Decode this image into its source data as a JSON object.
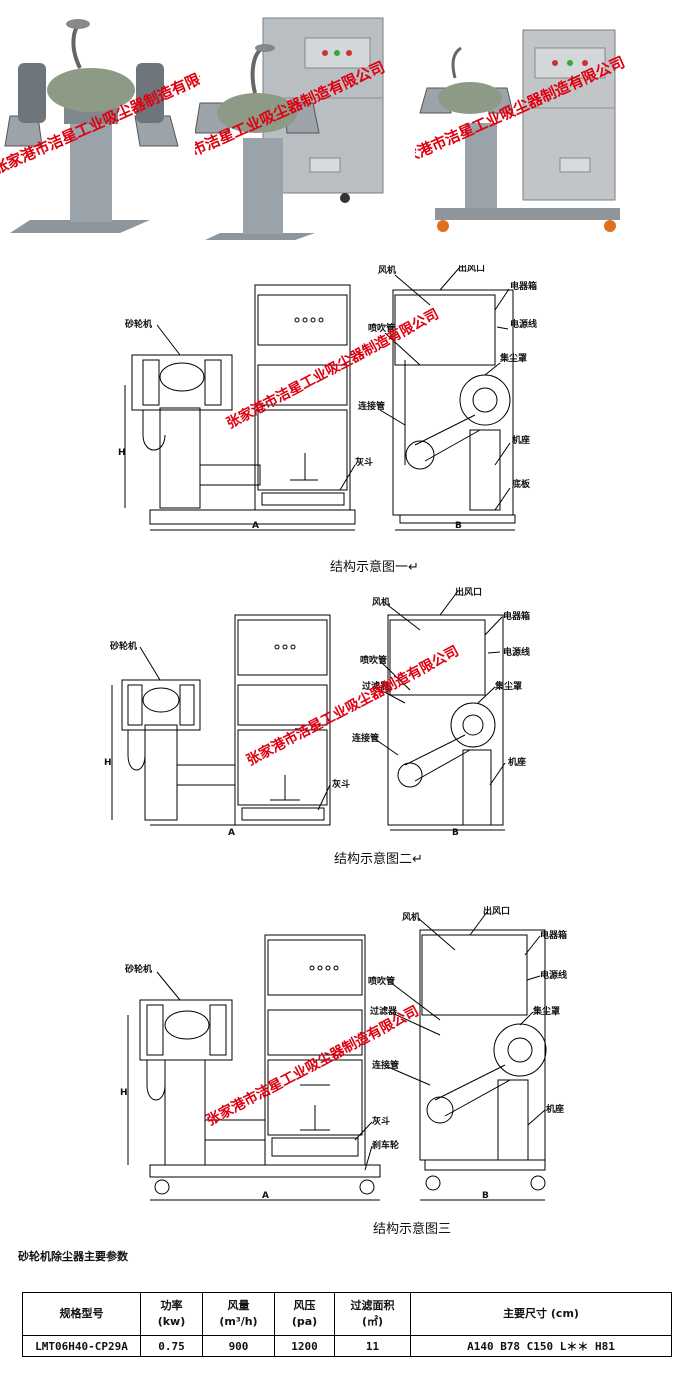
{
  "watermark": "张家港市洁星工业吸尘器制造有限公司",
  "photos": [
    {
      "name": "bench-grinder-photo"
    },
    {
      "name": "grinder-with-dust-collector-photo"
    },
    {
      "name": "mobile-grinder-dust-collector-photo"
    }
  ],
  "diagram1": {
    "labels": {
      "grinder": "砂轮机",
      "fan": "风机",
      "outlet": "出风口",
      "electric_box": "电器箱",
      "power_cord": "电源线",
      "blow_pipe": "喷吹管",
      "hood": "集尘罩",
      "connect_pipe": "连接管",
      "base": "机座",
      "bottom_plate": "底板",
      "ash_hopper": "灰斗",
      "dim_a": "A",
      "dim_b": "B",
      "dim_h": "H"
    },
    "caption": "结构示意图一↵"
  },
  "diagram2": {
    "labels": {
      "grinder": "砂轮机",
      "fan": "风机",
      "outlet": "出风口",
      "electric_box": "电器箱",
      "power_cord": "电源线",
      "blow_pipe": "喷吹管",
      "filter": "过滤器",
      "hood": "集尘罩",
      "connect_pipe": "连接管",
      "base": "机座",
      "ash_hopper": "灰斗",
      "dim_a": "A",
      "dim_b": "B",
      "dim_h": "H"
    },
    "caption": "结构示意图二↵"
  },
  "diagram3": {
    "labels": {
      "grinder": "砂轮机",
      "fan": "风机",
      "outlet": "出风口",
      "electric_box": "电器箱",
      "power_cord": "电源线",
      "blow_pipe": "喷吹管",
      "filter": "过滤器",
      "hood": "集尘罩",
      "connect_pipe": "连接管",
      "base": "机座",
      "ash_hopper": "灰斗",
      "brake_wheel": "刹车轮",
      "dim_a": "A",
      "dim_b": "B",
      "dim_h": "H"
    },
    "caption": "结构示意图三"
  },
  "section_title": "砂轮机除尘器主要参数",
  "table": {
    "headers": [
      {
        "l1": "规格型号",
        "l2": ""
      },
      {
        "l1": "功率",
        "l2": "(kw)"
      },
      {
        "l1": "风量",
        "l2": "(m³/h)"
      },
      {
        "l1": "风压",
        "l2": "(pa)"
      },
      {
        "l1": "过滤面积",
        "l2": "(㎡)"
      },
      {
        "l1": "主要尺寸 (cm)",
        "l2": ""
      }
    ],
    "row": [
      "LMT06H40-CP29A",
      "0.75",
      "900",
      "1200",
      "11",
      "A140 B78 C150 L＊＊ H81"
    ]
  }
}
